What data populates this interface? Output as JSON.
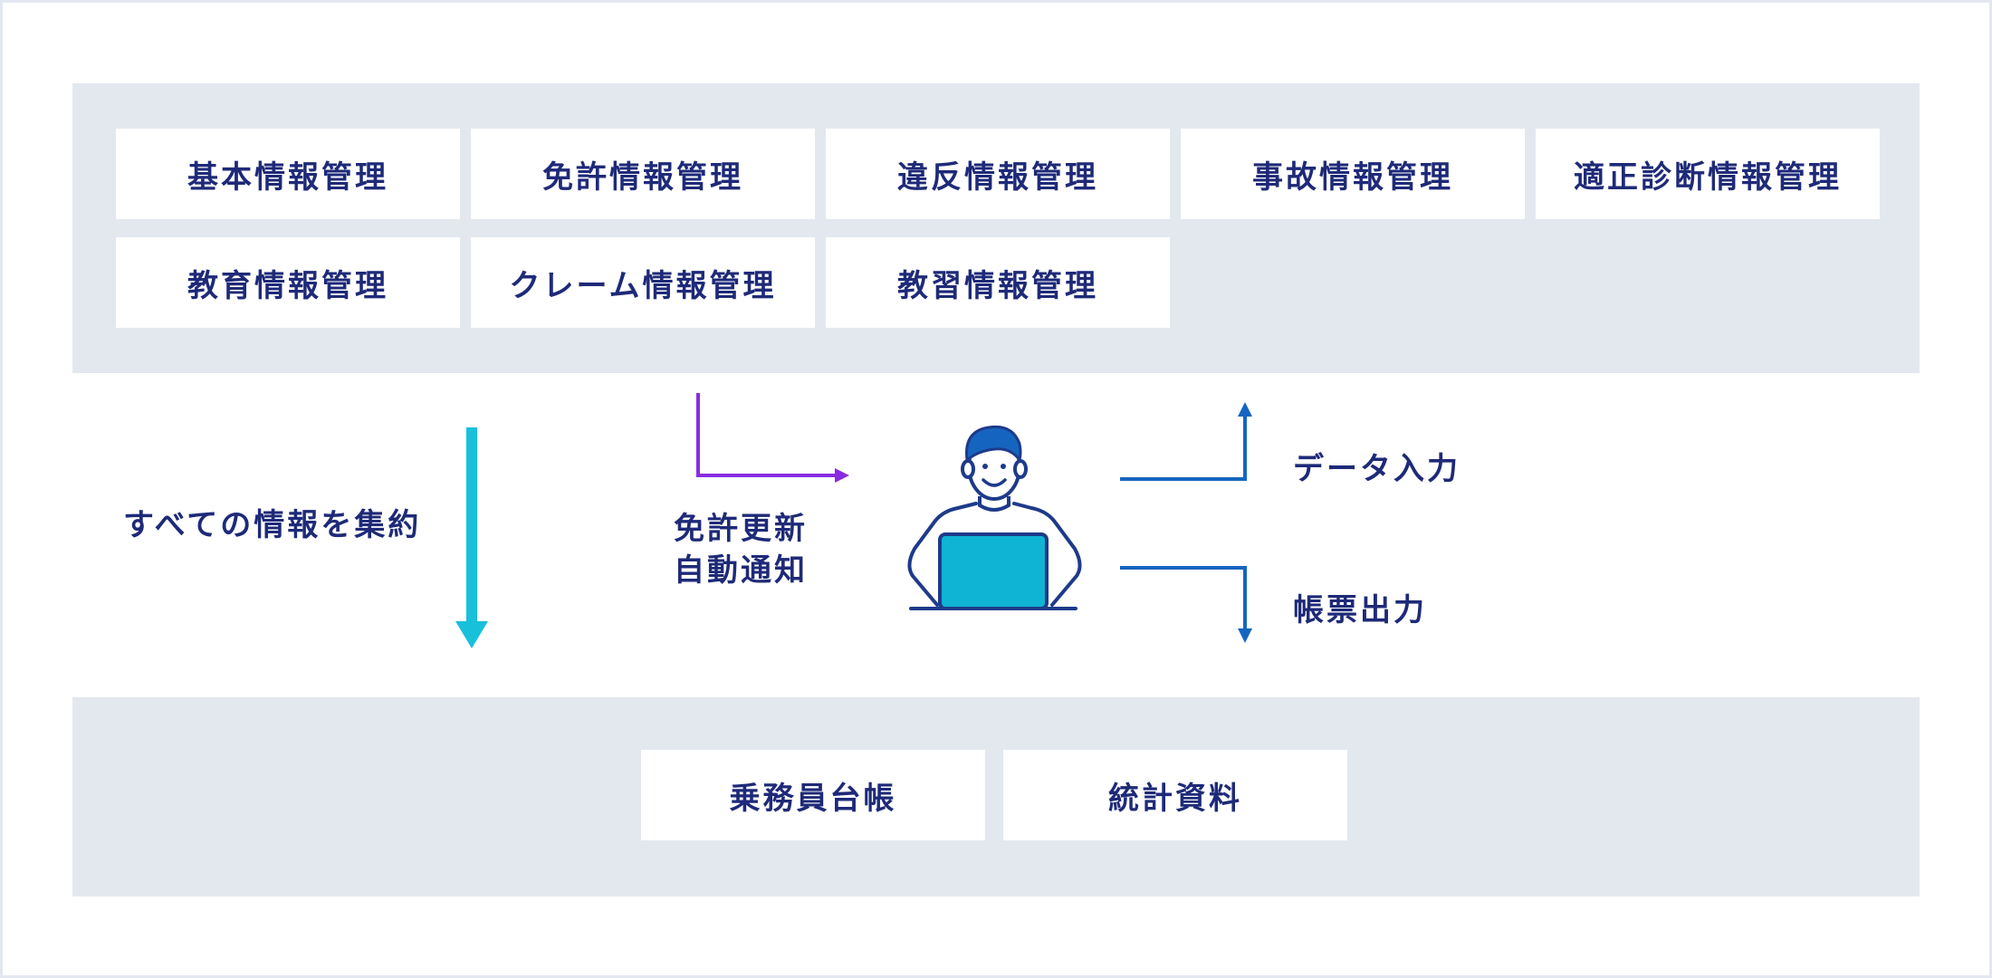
{
  "top_modules": [
    "基本情報管理",
    "免許情報管理",
    "違反情報管理",
    "事故情報管理",
    "適正診断情報管理",
    "教育情報管理",
    "クレーム情報管理",
    "教習情報管理"
  ],
  "bottom_outputs": [
    "乗務員台帳",
    "統計資料"
  ],
  "flow_labels": {
    "aggregate": "すべての情報を集約",
    "license_notice_line1": "免許更新",
    "license_notice_line2": "自動通知",
    "data_input": "データ入力",
    "report_output": "帳票出力"
  },
  "colors": {
    "navy_text": "#1e2a78",
    "panel_gray": "#e3e8ef",
    "cyan_arrow": "#18c0da",
    "purple_arrow": "#8a2be2",
    "blue_arrow": "#1565c0",
    "laptop_screen": "#0fb3d4",
    "hair": "#1565c0"
  },
  "icons": {
    "person": "person-with-laptop-icon"
  }
}
